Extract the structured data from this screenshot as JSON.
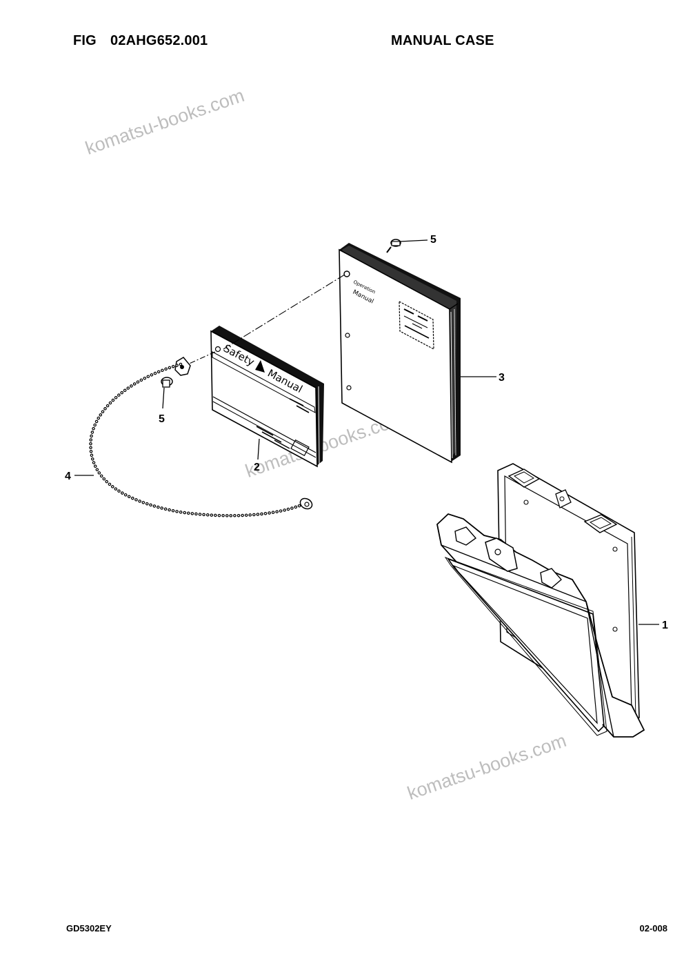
{
  "header": {
    "fig_label": "FIG",
    "fig_number": "02AHG652.001",
    "title": "MANUAL CASE"
  },
  "footer": {
    "doc_code": "GD5302EY",
    "page": "02-008"
  },
  "watermark": {
    "text": "komatsu-books.com"
  },
  "diagram": {
    "callouts": [
      "1",
      "2",
      "3",
      "4",
      "5",
      "5"
    ],
    "safety_manual": {
      "line1": "Safety",
      "line2": "Manual"
    },
    "operation_manual": {
      "line1": "Operation",
      "line2": "Manual"
    }
  }
}
